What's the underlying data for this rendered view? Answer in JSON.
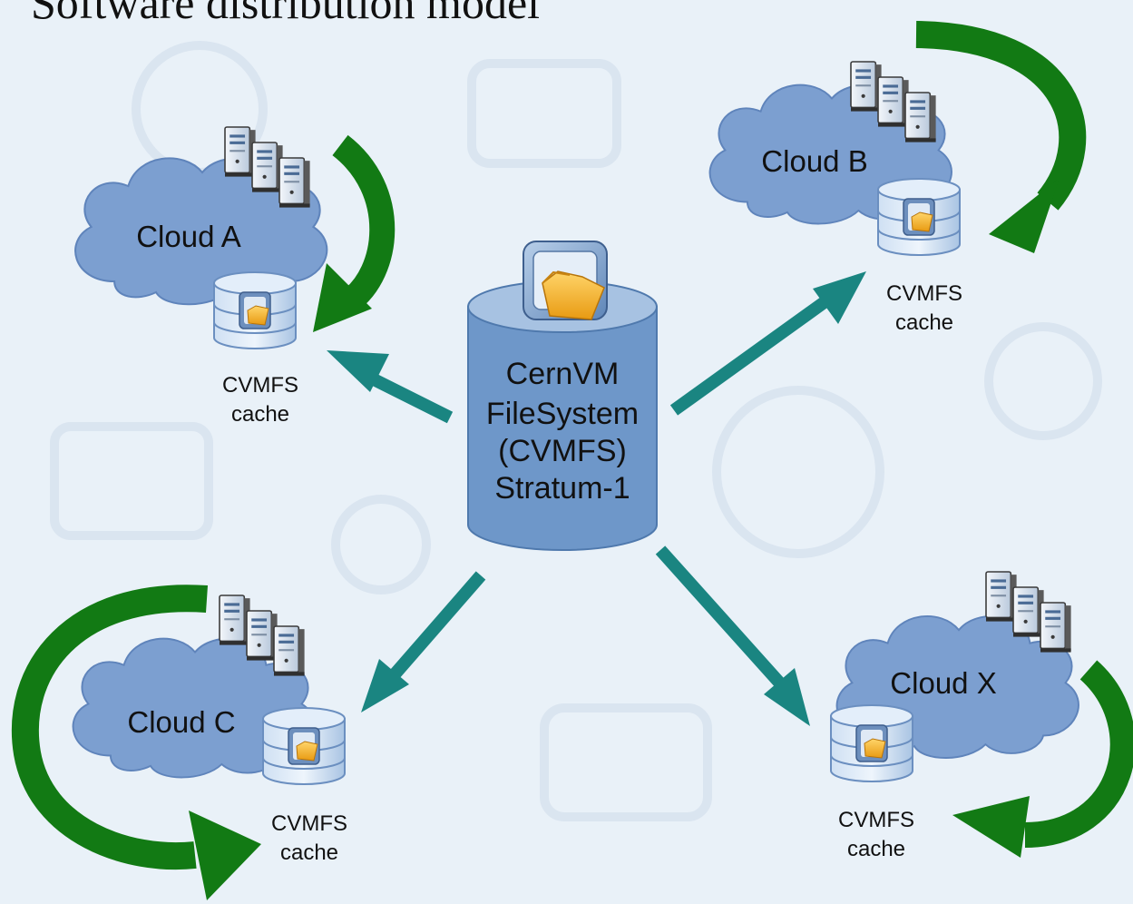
{
  "title": "Software distribution model",
  "colors": {
    "background": "#e9f1f8",
    "cloud_fill": "#7c9fd0",
    "cloud_stroke": "#5f84bb",
    "cylinder_fill": "#6e97c9",
    "distribution_arrow": "#1a8581",
    "local_cycle_arrow": "#127a14"
  },
  "central": {
    "line1": "CernVM",
    "line2": "FileSystem",
    "line3": "(CVMFS)",
    "line4": "Stratum-1",
    "icon": "folder-drive-icon"
  },
  "clouds": [
    {
      "id": "a",
      "name": "Cloud A",
      "cache_line1": "CVMFS",
      "cache_line2": "cache"
    },
    {
      "id": "b",
      "name": "Cloud B",
      "cache_line1": "CVMFS",
      "cache_line2": "cache"
    },
    {
      "id": "c",
      "name": "Cloud C",
      "cache_line1": "CVMFS",
      "cache_line2": "cache"
    },
    {
      "id": "x",
      "name": "Cloud X",
      "cache_line1": "CVMFS",
      "cache_line2": "cache"
    }
  ]
}
